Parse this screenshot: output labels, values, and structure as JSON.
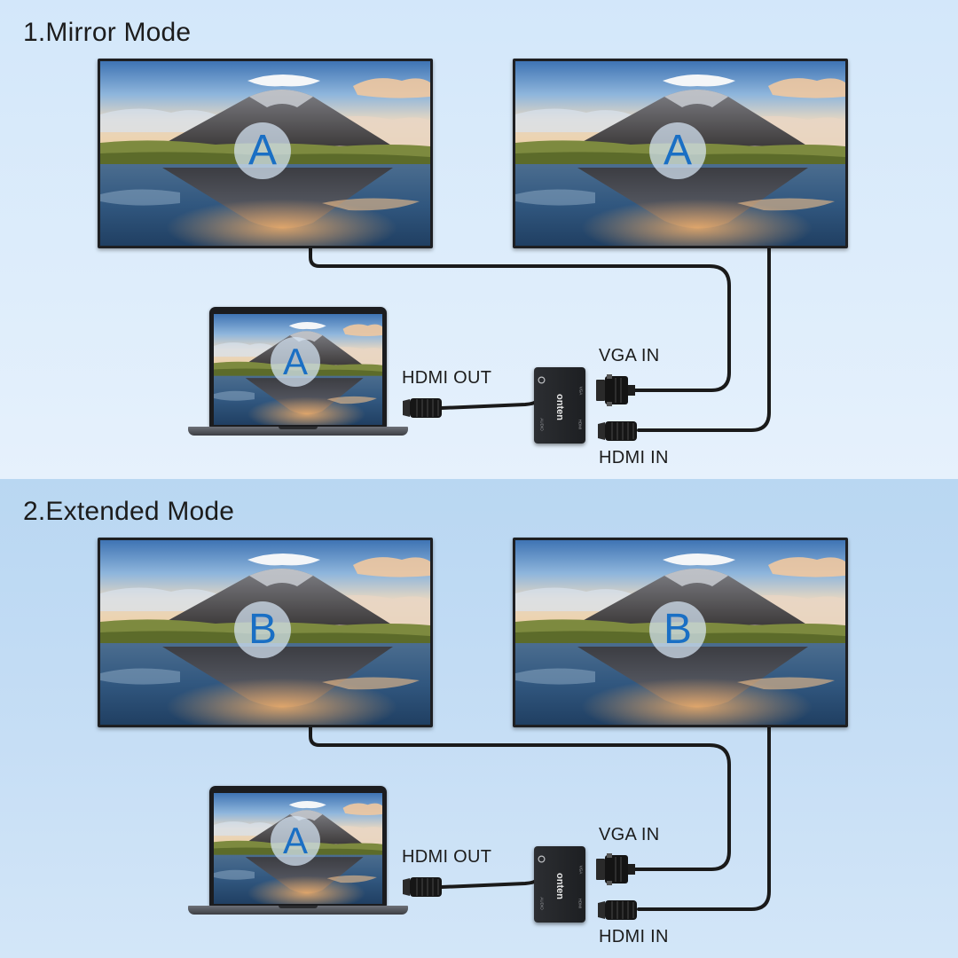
{
  "colors": {
    "badge_text": "#1a6fc4",
    "cable": "#1a1a1a",
    "bezel": "#1e1f22"
  },
  "panels": [
    {
      "title": "1.Mirror Mode",
      "left_monitor_letter": "A",
      "right_monitor_letter": "A",
      "laptop_letter": "A",
      "hub_brand": "onten",
      "hub_port_vga": "VGA",
      "hub_port_hdmi": "HDMI",
      "hub_port_audio": "AUDIO",
      "hdmi_out_label": "HDMI OUT",
      "vga_in_label": "VGA IN",
      "hdmi_in_label": "HDMI IN"
    },
    {
      "title": "2.Extended Mode",
      "left_monitor_letter": "B",
      "right_monitor_letter": "B",
      "laptop_letter": "A",
      "hub_brand": "onten",
      "hub_port_vga": "VGA",
      "hub_port_hdmi": "HDMI",
      "hub_port_audio": "AUDIO",
      "hdmi_out_label": "HDMI OUT",
      "vga_in_label": "VGA IN",
      "hdmi_in_label": "HDMI IN"
    }
  ]
}
